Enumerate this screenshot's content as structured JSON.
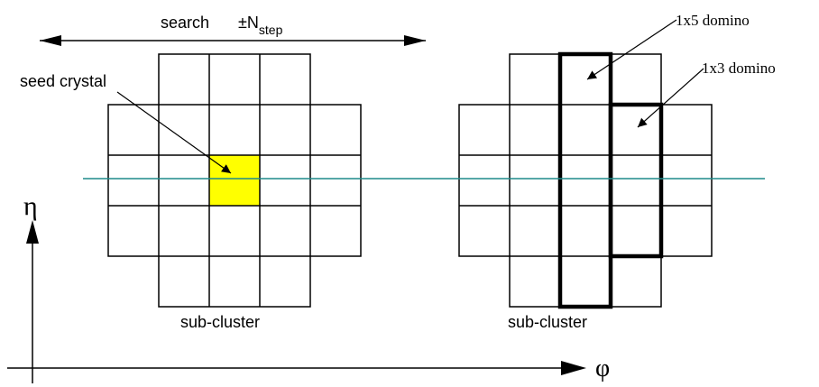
{
  "labels": {
    "search": "search",
    "pm": "±N",
    "step_sub": "step",
    "seed_crystal": "seed crystal",
    "sub_cluster_left": "sub-cluster",
    "sub_cluster_right": "sub-cluster",
    "domino_1x5": "1x5 domino",
    "domino_1x3": "1x3 domino",
    "axis_eta": "η",
    "axis_phi": "φ"
  },
  "colors": {
    "seed_fill": "#ffff00",
    "axis_line": "#1f8a8a",
    "stroke": "#000000"
  }
}
